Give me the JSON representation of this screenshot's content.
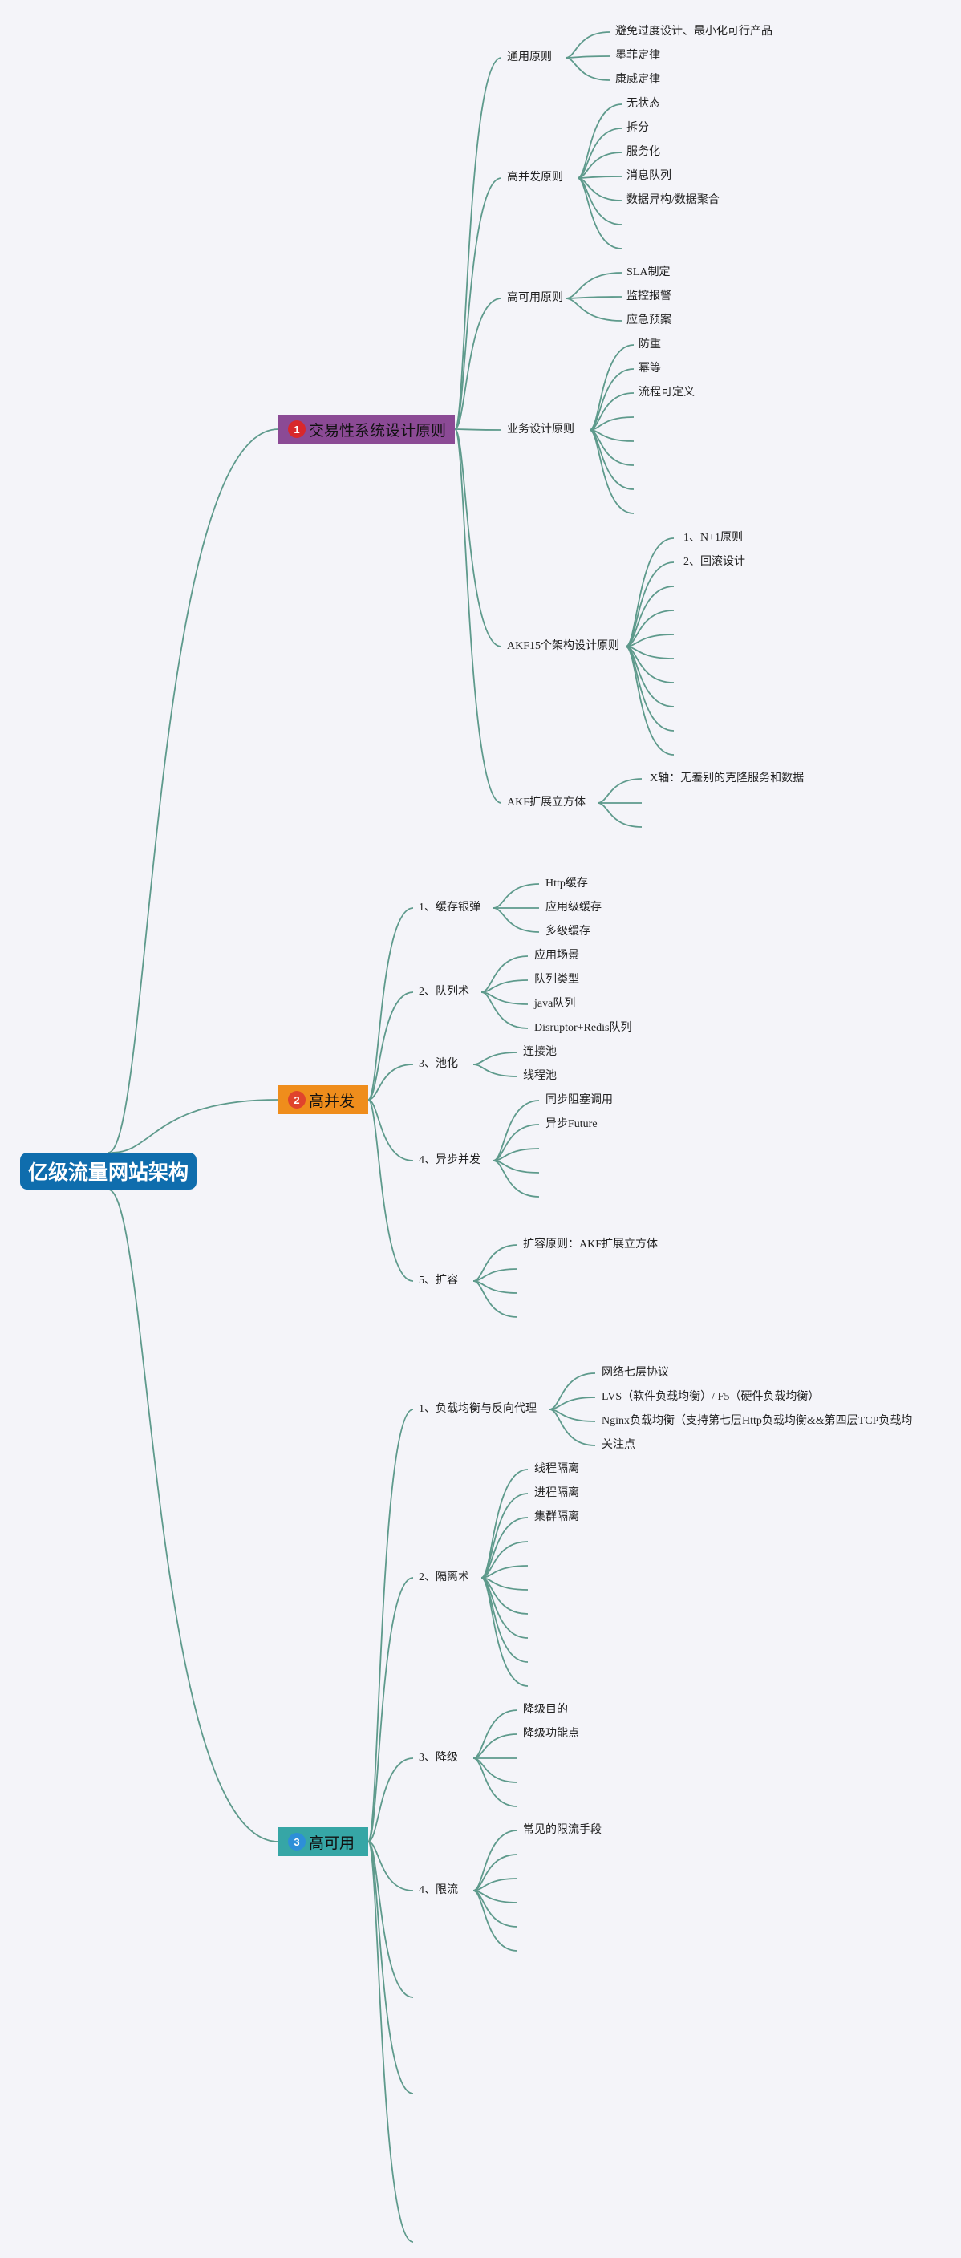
{
  "root": {
    "title": "亿级流量网站架构"
  },
  "branches": [
    {
      "badge": "1",
      "label": "交易性系统设计原则",
      "children": [
        {
          "label": "通用原则",
          "children": [
            "避免过度设计、最小化可行产品",
            "墨菲定律",
            "康威定律"
          ]
        },
        {
          "label": "高并发原则",
          "children": [
            "无状态",
            "拆分",
            "服务化",
            "消息队列",
            "数据异构/数据聚合"
          ]
        },
        {
          "label": "高可用原则",
          "children": [
            "SLA制定",
            "监控报警",
            "应急预案"
          ]
        },
        {
          "label": "业务设计原则",
          "children": [
            "防重",
            "幂等",
            "流程可定义"
          ]
        },
        {
          "label": "AKF15个架构设计原则",
          "children": [
            "1、N+1原则",
            "2、回滚设计"
          ]
        },
        {
          "label": "AKF扩展立方体",
          "children": [
            "X轴：无差别的克隆服务和数据"
          ]
        }
      ]
    },
    {
      "badge": "2",
      "label": "高并发",
      "children": [
        {
          "label": "1、缓存银弹",
          "children": [
            "Http缓存",
            "应用级缓存",
            "多级缓存"
          ]
        },
        {
          "label": "2、队列术",
          "children": [
            "应用场景",
            "队列类型",
            "java队列",
            "Disruptor+Redis队列"
          ]
        },
        {
          "label": "3、池化",
          "children": [
            "连接池",
            "线程池"
          ]
        },
        {
          "label": "4、异步并发",
          "children": [
            "同步阻塞调用",
            "异步Future"
          ]
        },
        {
          "label": "5、扩容",
          "children": [
            "扩容原则：AKF扩展立方体"
          ]
        }
      ]
    },
    {
      "badge": "3",
      "label": "高可用",
      "children": [
        {
          "label": "1、负载均衡与反向代理",
          "children": [
            "网络七层协议",
            "LVS（软件负载均衡）/ F5（硬件负载均衡）",
            "Nginx负载均衡（支持第七层Http负载均衡&&第四层TCP负载均",
            "关注点"
          ]
        },
        {
          "label": "2、隔离术",
          "children": [
            "线程隔离",
            "进程隔离",
            "集群隔离"
          ]
        },
        {
          "label": "3、降级",
          "children": [
            "降级目的",
            "降级功能点"
          ]
        },
        {
          "label": "4、限流",
          "children": [
            "常见的限流手段"
          ]
        }
      ]
    }
  ]
}
